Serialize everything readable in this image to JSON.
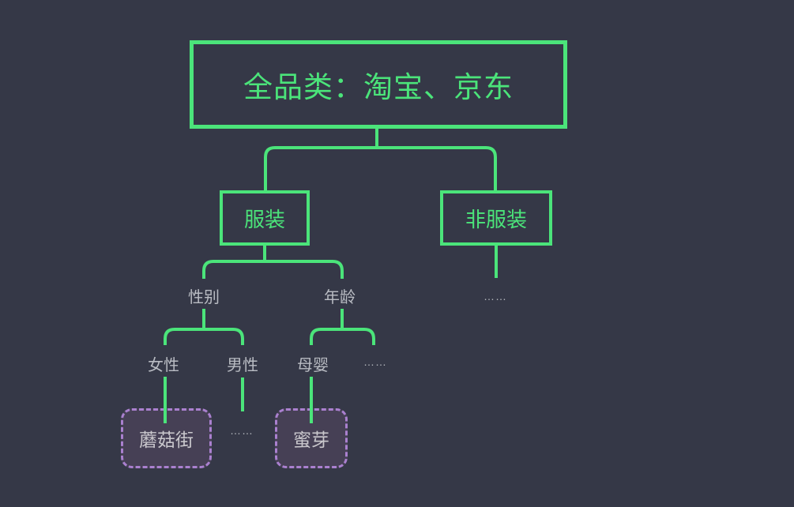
{
  "diagram_title": "全品类：淘宝、京东",
  "colors": {
    "background": "#353847",
    "connector_green": "#4be47a",
    "green_node_border": "#4be47a",
    "green_node_text": "#4be47a",
    "label_gray": "#b9bcc3",
    "leaf_border_purple": "#aa80cf",
    "leaf_fill_purple": "#464055",
    "leaf_text": "#cac8cd"
  },
  "tree": {
    "label": "全品类：淘宝、京东",
    "children": [
      {
        "label": "服装",
        "children": [
          {
            "label": "性别",
            "children": [
              {
                "label": "女性",
                "children": [
                  {
                    "label": "蘑菇街",
                    "style": "purple-dashed"
                  }
                ]
              },
              {
                "label": "男性",
                "children": [
                  {
                    "label": "……"
                  }
                ]
              }
            ]
          },
          {
            "label": "年龄",
            "children": [
              {
                "label": "母婴",
                "children": [
                  {
                    "label": "蜜芽",
                    "style": "purple-dashed"
                  }
                ]
              },
              {
                "label": "……"
              }
            ]
          }
        ]
      },
      {
        "label": "非服装",
        "children": [
          {
            "label": "……"
          }
        ]
      }
    ]
  }
}
